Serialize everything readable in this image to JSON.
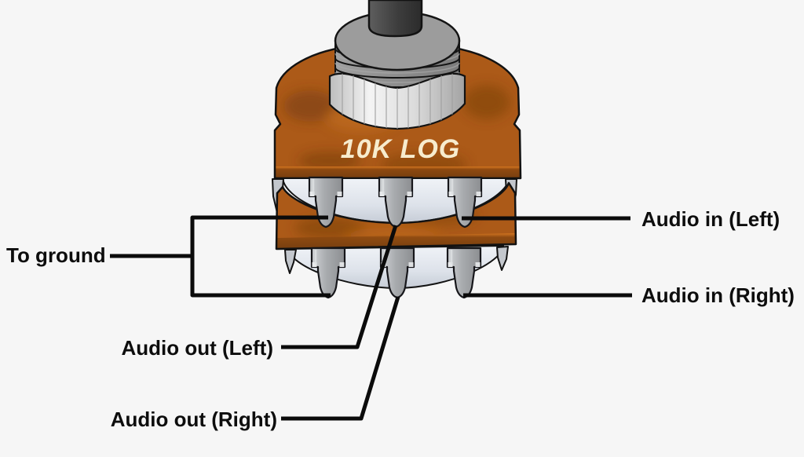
{
  "diagram": {
    "component_marking": "10K LOG",
    "labels": {
      "to_ground": "To ground",
      "audio_in_left": "Audio in (Left)",
      "audio_in_right": "Audio in (Right)",
      "audio_out_left": "Audio out (Left)",
      "audio_out_right": "Audio out (Right)"
    },
    "connections": [
      {
        "terminal": "top-left",
        "wire": "To ground"
      },
      {
        "terminal": "top-center",
        "wire": "Audio out (Left)"
      },
      {
        "terminal": "top-right",
        "wire": "Audio in (Left)"
      },
      {
        "terminal": "bottom-left",
        "wire": "To ground"
      },
      {
        "terminal": "bottom-center",
        "wire": "Audio out (Right)"
      },
      {
        "terminal": "bottom-right",
        "wire": "Audio in (Right)"
      }
    ],
    "colors": {
      "background": "#f6f6f6",
      "body_orange": "#AC5A18",
      "body_orange_dark": "#7A3E0C",
      "wafer_gray": "#DDE2EA",
      "lug_gray": "#A8ABAE",
      "metal_silver": "#E8E8E8",
      "shaft_gray": "#474747",
      "wire_black": "#0b0b0b",
      "marking_text": "#F7ECCE",
      "label_text": "#0d0d0d"
    }
  }
}
